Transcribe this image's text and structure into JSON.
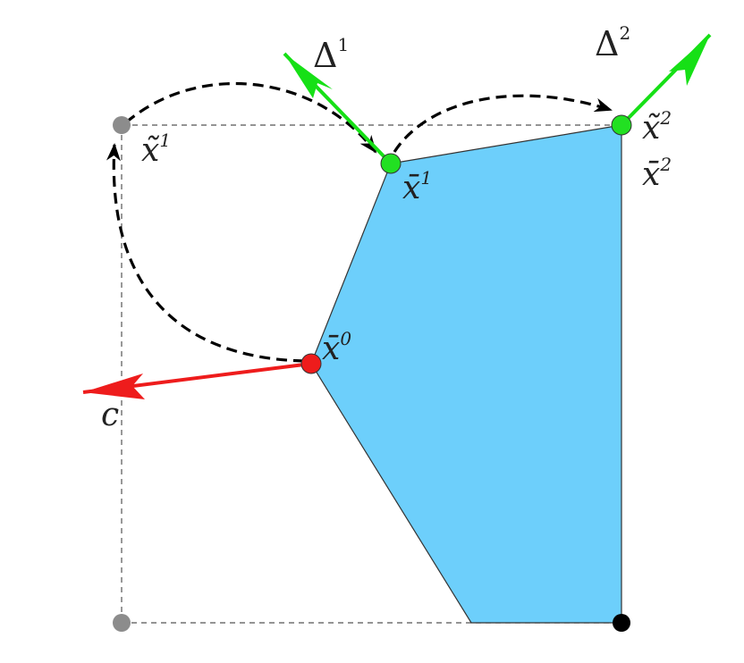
{
  "colors": {
    "polygon_fill": "#6dcffb",
    "polygon_stroke": "#333333",
    "vertex_green": "#22e022",
    "vertex_red": "#ee1c1c",
    "vertex_gray": "#8c8c8c",
    "vertex_black": "#000000",
    "arrow_green": "#16e016",
    "arrow_red": "#ee1c1c",
    "dashed_path": "#000000",
    "guide_lines": "#555555"
  },
  "labels": {
    "x_tilde_1": {
      "base": "x̃",
      "sup": "1"
    },
    "x_bar_1": {
      "base": "x̄",
      "sup": "1"
    },
    "x_tilde_2": {
      "base": "x̃",
      "sup": "2"
    },
    "x_bar_2": {
      "base": "x̄",
      "sup": "2"
    },
    "x_bar_0": {
      "base": "x̄",
      "sup": "0"
    },
    "delta_1": {
      "base": "Δ",
      "sup": "1"
    },
    "delta_2": {
      "base": "Δ",
      "sup": "2"
    },
    "c": "c"
  }
}
